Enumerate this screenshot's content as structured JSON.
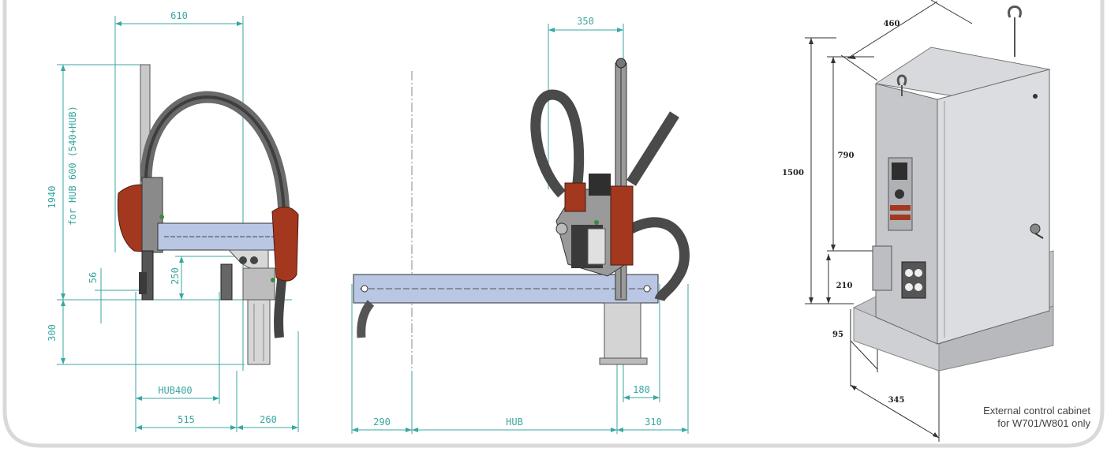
{
  "left_view": {
    "dims": {
      "top_width": "610",
      "height_main": "1940",
      "height_note": "for HUB 600 (540+HUB)",
      "d56": "56",
      "d250": "250",
      "d300": "300",
      "hub400": "HUB400",
      "d515": "515",
      "d260": "260"
    }
  },
  "middle_view": {
    "dims": {
      "top": "350",
      "d180": "180",
      "d290": "290",
      "hub": "HUB",
      "d310": "310"
    }
  },
  "cabinet_view": {
    "dims": {
      "width": "460",
      "height_total": "1500",
      "height_upper": "790",
      "height_lower": "210",
      "d95": "95",
      "depth": "345"
    },
    "caption_line1": "External control cabinet",
    "caption_line2": "for W701/W801 only"
  },
  "colors": {
    "dimension": "#3aa7a0",
    "robot_red": "#a3381f",
    "beam": "#b9c6e4",
    "hose": "#555555",
    "cabinet": "#cfd0d4"
  }
}
